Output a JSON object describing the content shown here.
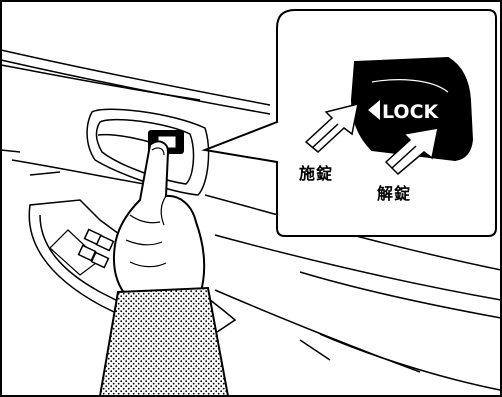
{
  "illustration": {
    "button_text": "LOCK",
    "lock_label": "施錠",
    "unlock_label": "解錠"
  }
}
